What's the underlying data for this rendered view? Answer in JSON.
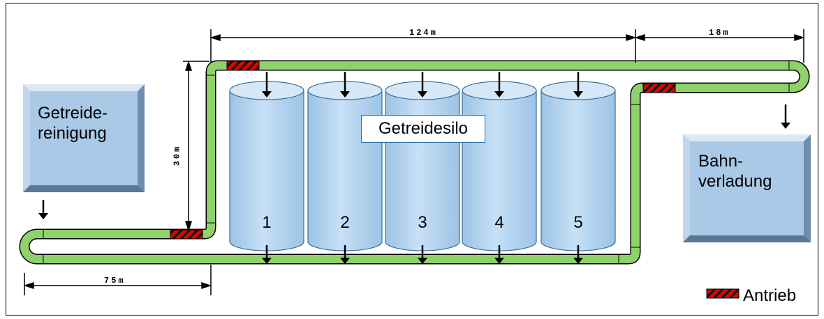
{
  "boxes": {
    "cleaning_label": "Getreide-\nreinigung",
    "loading_label": "Bahn-\nverladung"
  },
  "silo": {
    "title": "Getreidesilo",
    "numbers": [
      "1",
      "2",
      "3",
      "4",
      "5"
    ]
  },
  "dimensions": {
    "top_long": "124m",
    "top_short": "18m",
    "vertical": "30m",
    "bottom": "75m"
  },
  "legend": {
    "drive_label": "Antrieb"
  },
  "colors": {
    "conveyor": "#8fd16a",
    "silo": "#b4d4ef",
    "box": "#a9c9e6",
    "drive": "#e00000"
  }
}
